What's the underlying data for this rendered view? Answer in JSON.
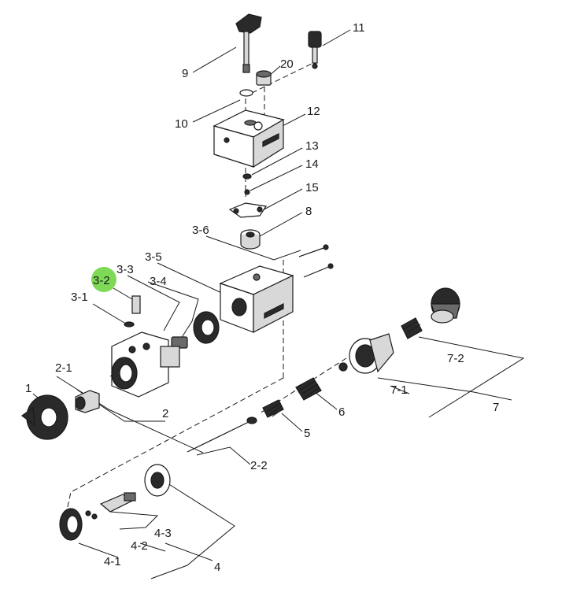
{
  "diagram": {
    "highlight_color": "#7ed957",
    "highlighted_label": "3-2",
    "labels": {
      "l1": "1",
      "l2": "2",
      "l2_1": "2-1",
      "l2_2": "2-2",
      "l3_1": "3-1",
      "l3_2": "3-2",
      "l3_3": "3-3",
      "l3_4": "3-4",
      "l3_5": "3-5",
      "l3_6": "3-6",
      "l4": "4",
      "l4_1": "4-1",
      "l4_2": "4-2",
      "l4_3": "4-3",
      "l5": "5",
      "l6": "6",
      "l7": "7",
      "l7_1": "7-1",
      "l7_2": "7-2",
      "l8": "8",
      "l9": "9",
      "l10": "10",
      "l11": "11",
      "l12": "12",
      "l13": "13",
      "l14": "14",
      "l15": "15",
      "l20": "20"
    }
  }
}
